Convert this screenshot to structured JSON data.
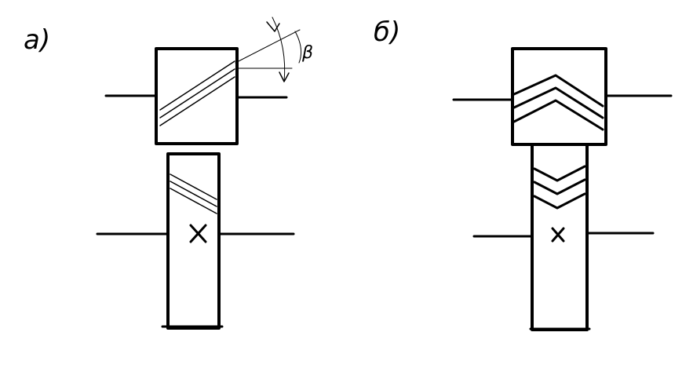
{
  "figures": [
    {
      "id": "a",
      "label": "a)",
      "angle_label": "β",
      "gear_type": "helical"
    },
    {
      "id": "b",
      "label": "б)",
      "gear_type": "herringbone"
    }
  ],
  "colors": {
    "ink": "#000000",
    "paper": "#ffffff"
  }
}
